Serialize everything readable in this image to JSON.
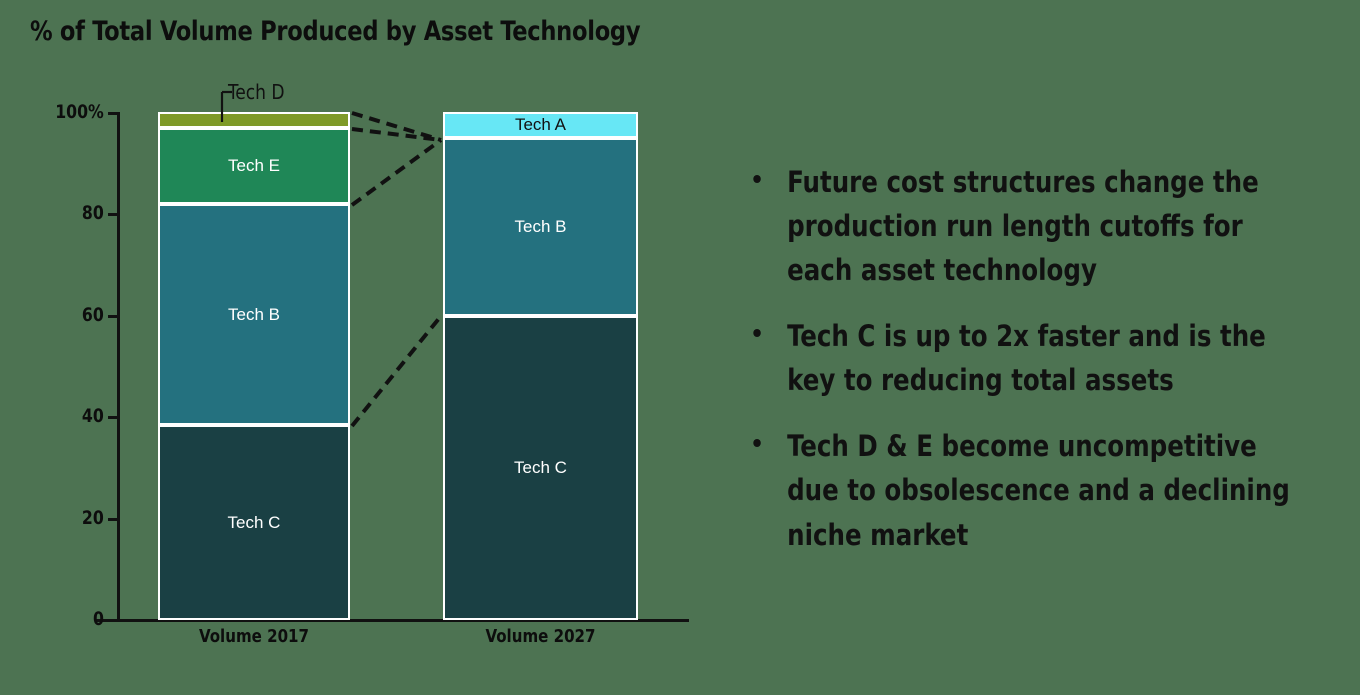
{
  "title": "% of Total Volume Produced by Asset Technology",
  "colors": {
    "background": "#4d7352",
    "tech_a": "#67e7f5",
    "tech_b": "#24717f",
    "tech_c": "#1a4044",
    "tech_d": "#7f9a28",
    "tech_e": "#1f8757",
    "text_dark": "#111111",
    "bar_border": "#ffffff"
  },
  "chart_data": {
    "type": "bar",
    "title": "% of Total Volume Produced by Asset Technology",
    "xlabel": "",
    "ylabel": "",
    "ylim": [
      0,
      100
    ],
    "grid": false,
    "legend": "none",
    "stacked": true,
    "normalized_percent": true,
    "categories": [
      "Volume 2017",
      "Volume 2027"
    ],
    "ticks": [
      "100%",
      "80",
      "60",
      "40",
      "20",
      "0"
    ],
    "tick_values": [
      100,
      80,
      60,
      40,
      20,
      0
    ],
    "series": [
      {
        "name": "Tech A",
        "color": "#67e7f5",
        "values": [
          0,
          5
        ]
      },
      {
        "name": "Tech B",
        "color": "#24717f",
        "values": [
          43.5,
          35
        ]
      },
      {
        "name": "Tech C",
        "color": "#1a4044",
        "values": [
          38.5,
          60
        ]
      },
      {
        "name": "Tech D",
        "color": "#7f9a28",
        "values": [
          3,
          0
        ]
      },
      {
        "name": "Tech E",
        "color": "#1f8757",
        "values": [
          15,
          0
        ]
      }
    ],
    "annotations": [
      {
        "text": "Tech D",
        "target": "2017 Tech D segment",
        "type": "leader-callout"
      }
    ],
    "connectors": [
      {
        "from": "2017 Tech D top (100%)",
        "to": "2027 Tech A bottom (95%)",
        "style": "dashed"
      },
      {
        "from": "2017 Tech D bottom (97%)",
        "to": "2027 Tech A bottom (95%)",
        "style": "dashed"
      },
      {
        "from": "2017 Tech E bottom (82%)",
        "to": "2027 Tech A bottom (95%)",
        "style": "dashed"
      },
      {
        "from": "2017 Tech B bottom (38.5%)",
        "to": "2027 Tech B bottom (60%)",
        "style": "dashed"
      }
    ]
  },
  "bars": {
    "volume_2017": {
      "label": "Volume 2017",
      "segments": [
        {
          "name": "Tech D",
          "label": "",
          "pct": 3
        },
        {
          "name": "Tech E",
          "label": "Tech E",
          "pct": 15
        },
        {
          "name": "Tech B",
          "label": "Tech B",
          "pct": 43.5
        },
        {
          "name": "Tech C",
          "label": "Tech C",
          "pct": 38.5
        }
      ]
    },
    "volume_2027": {
      "label": "Volume 2027",
      "segments": [
        {
          "name": "Tech A",
          "label": "Tech A",
          "pct": 5
        },
        {
          "name": "Tech B",
          "label": "Tech B",
          "pct": 35
        },
        {
          "name": "Tech C",
          "label": "Tech C",
          "pct": 60
        }
      ]
    }
  },
  "callout": {
    "tech_d": "Tech D"
  },
  "bullets": [
    "Future cost structures change the production run length cutoffs for each asset technology",
    "Tech C is up to 2x faster and is the key to reducing total assets",
    "Tech D & E become uncompetitive due to obsolescence and a declining niche market"
  ]
}
